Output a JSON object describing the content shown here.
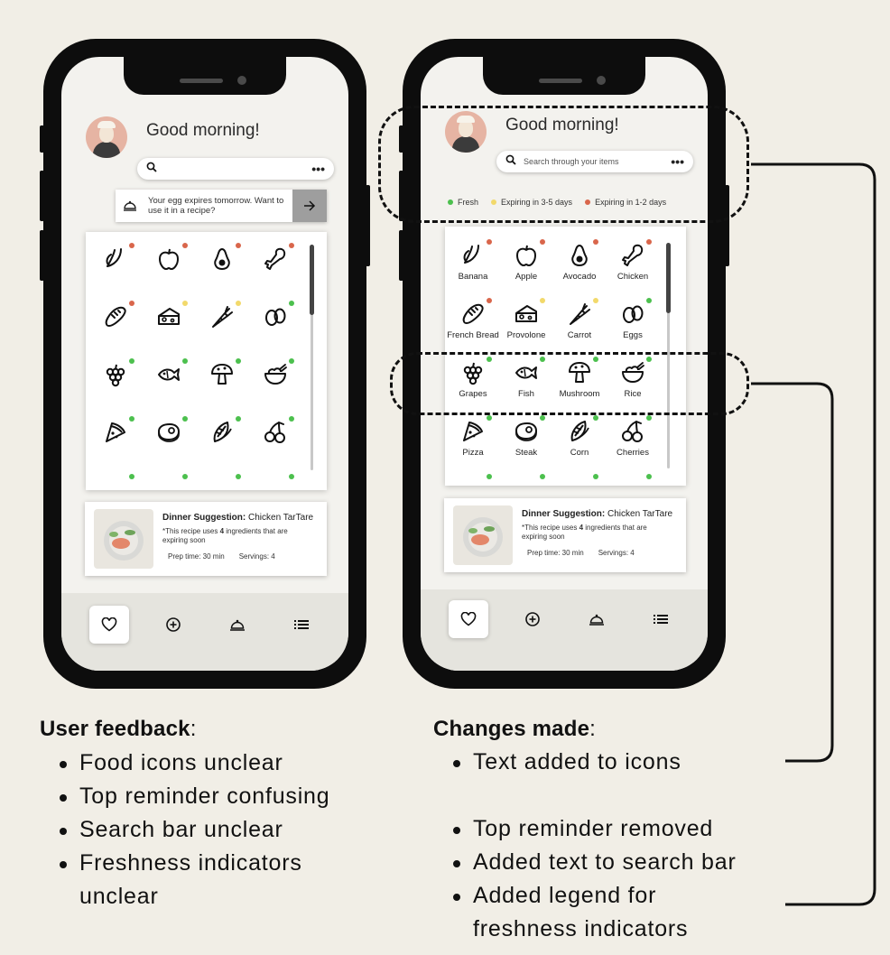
{
  "colors": {
    "fresh": "#4cc04e",
    "expiring_3_5": "#f2d96b",
    "expiring_1_2": "#d9664b",
    "background": "#f1eee6",
    "phone": "#0d0d0d"
  },
  "before_phone": {
    "greeting": "Good morning!",
    "search": {
      "placeholder": "",
      "icon": "search-icon",
      "more_icon": "more-dots-icon"
    },
    "reminder": {
      "text": "Your egg expires tomorrow. Want to use it in a recipe?",
      "icon": "cloche-icon",
      "action_icon": "arrow-right-icon"
    },
    "foods": [
      {
        "icon": "banana-icon",
        "status": "expiring_1_2"
      },
      {
        "icon": "apple-icon",
        "status": "expiring_1_2"
      },
      {
        "icon": "avocado-icon",
        "status": "expiring_1_2"
      },
      {
        "icon": "chicken-icon",
        "status": "expiring_1_2"
      },
      {
        "icon": "bread-icon",
        "status": "expiring_1_2"
      },
      {
        "icon": "cheese-icon",
        "status": "expiring_3_5"
      },
      {
        "icon": "carrot-icon",
        "status": "expiring_3_5"
      },
      {
        "icon": "eggs-icon",
        "status": "fresh"
      },
      {
        "icon": "grapes-icon",
        "status": "fresh"
      },
      {
        "icon": "fish-icon",
        "status": "fresh"
      },
      {
        "icon": "mushroom-icon",
        "status": "fresh"
      },
      {
        "icon": "rice-icon",
        "status": "fresh"
      },
      {
        "icon": "pizza-icon",
        "status": "fresh"
      },
      {
        "icon": "steak-icon",
        "status": "fresh"
      },
      {
        "icon": "corn-icon",
        "status": "fresh"
      },
      {
        "icon": "cherries-icon",
        "status": "fresh"
      }
    ],
    "suggestion": {
      "label": "Dinner Suggestion:",
      "dish": " Chicken TarTare",
      "note_pre": "*This recipe uses ",
      "note_count": "4",
      "note_post": " ingredients that are expiring soon",
      "prep": "Prep time: 30 min",
      "servings": "Servings: 4"
    },
    "tabs": [
      "heart-icon",
      "plus-circle-icon",
      "cloche-icon",
      "list-icon"
    ]
  },
  "after_phone": {
    "greeting": "Good morning!",
    "search": {
      "placeholder": "Search through your items",
      "icon": "search-icon",
      "more_icon": "more-dots-icon"
    },
    "legend": [
      {
        "label": "Fresh",
        "status": "fresh"
      },
      {
        "label": "Expiring in 3-5 days",
        "status": "expiring_3_5"
      },
      {
        "label": "Expiring in 1-2 days",
        "status": "expiring_1_2"
      }
    ],
    "foods": [
      {
        "label": "Banana",
        "icon": "banana-icon",
        "status": "expiring_1_2"
      },
      {
        "label": "Apple",
        "icon": "apple-icon",
        "status": "expiring_1_2"
      },
      {
        "label": "Avocado",
        "icon": "avocado-icon",
        "status": "expiring_1_2"
      },
      {
        "label": "Chicken",
        "icon": "chicken-icon",
        "status": "expiring_1_2"
      },
      {
        "label": "French Bread",
        "icon": "bread-icon",
        "status": "expiring_1_2"
      },
      {
        "label": "Provolone",
        "icon": "cheese-icon",
        "status": "expiring_3_5"
      },
      {
        "label": "Carrot",
        "icon": "carrot-icon",
        "status": "expiring_3_5"
      },
      {
        "label": "Eggs",
        "icon": "eggs-icon",
        "status": "fresh"
      },
      {
        "label": "Grapes",
        "icon": "grapes-icon",
        "status": "fresh"
      },
      {
        "label": "Fish",
        "icon": "fish-icon",
        "status": "fresh"
      },
      {
        "label": "Mushroom",
        "icon": "mushroom-icon",
        "status": "fresh"
      },
      {
        "label": "Rice",
        "icon": "rice-icon",
        "status": "fresh"
      },
      {
        "label": "Pizza",
        "icon": "pizza-icon",
        "status": "fresh"
      },
      {
        "label": "Steak",
        "icon": "steak-icon",
        "status": "fresh"
      },
      {
        "label": "Corn",
        "icon": "corn-icon",
        "status": "fresh"
      },
      {
        "label": "Cherries",
        "icon": "cherries-icon",
        "status": "fresh"
      }
    ],
    "suggestion": {
      "label": "Dinner Suggestion:",
      "dish": " Chicken TarTare",
      "note_pre": "*This recipe uses ",
      "note_count": "4",
      "note_post": " ingredients that are expiring soon",
      "prep": "Prep time: 30 min",
      "servings": "Servings: 4"
    },
    "tabs": [
      "heart-icon",
      "plus-circle-icon",
      "cloche-icon",
      "list-icon"
    ]
  },
  "feedback": {
    "heading": "User feedback",
    "colon": ":",
    "items": [
      "Food icons unclear",
      "Top reminder confusing",
      "Search bar unclear",
      "Freshness indicators",
      "unclear"
    ]
  },
  "changes": {
    "heading": "Changes made",
    "colon": ":",
    "items": [
      "Text added to icons",
      "Top reminder removed",
      "Added text to search bar",
      "Added legend for",
      "freshness indicators"
    ]
  }
}
